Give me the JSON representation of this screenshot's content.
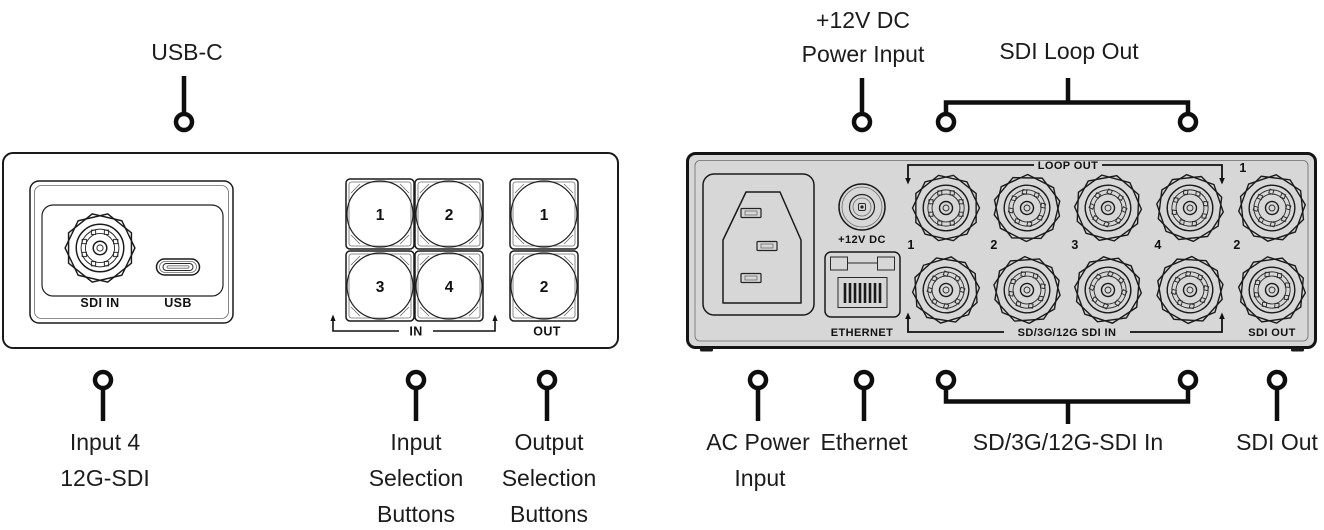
{
  "colors": {
    "background": "#ffffff",
    "device_body": "#d7d7d7",
    "outline": "#1a1a1a",
    "callout_text": "#1c1c1c"
  },
  "callouts": {
    "usb_c": {
      "label": "USB-C"
    },
    "dc_power": {
      "line1": "+12V DC",
      "line2": "Power Input"
    },
    "sdi_loop_out": {
      "label": "SDI Loop Out"
    },
    "input4": {
      "line1": "Input 4",
      "line2": "12G-SDI"
    },
    "input_selection": {
      "line1": "Input",
      "line2": "Selection",
      "line3": "Buttons"
    },
    "output_selection": {
      "line1": "Output",
      "line2": "Selection",
      "line3": "Buttons"
    },
    "ac_power": {
      "line1": "AC Power",
      "line2": "Input"
    },
    "ethernet": {
      "label": "Ethernet"
    },
    "sdi_in": {
      "label": "SD/3G/12G-SDI In"
    },
    "sdi_out": {
      "label": "SDI Out"
    }
  },
  "left_device": {
    "sdi_in_port_label": "SDI IN",
    "usb_port_label": "USB",
    "in_group_label": "IN",
    "out_group_label": "OUT",
    "in_buttons": [
      "1",
      "2",
      "3",
      "4"
    ],
    "out_buttons": [
      "1",
      "2"
    ]
  },
  "right_device": {
    "dc_port_label": "+12V DC",
    "ethernet_port_label": "ETHERNET",
    "loop_out_group_label": "LOOP OUT",
    "sdi_in_group_label": "SD/3G/12G SDI IN",
    "sdi_out_port_label": "SDI OUT",
    "loop_out_num": "1",
    "sdi_out_num": "2",
    "input_numbers": [
      "1",
      "2",
      "3",
      "4"
    ]
  }
}
